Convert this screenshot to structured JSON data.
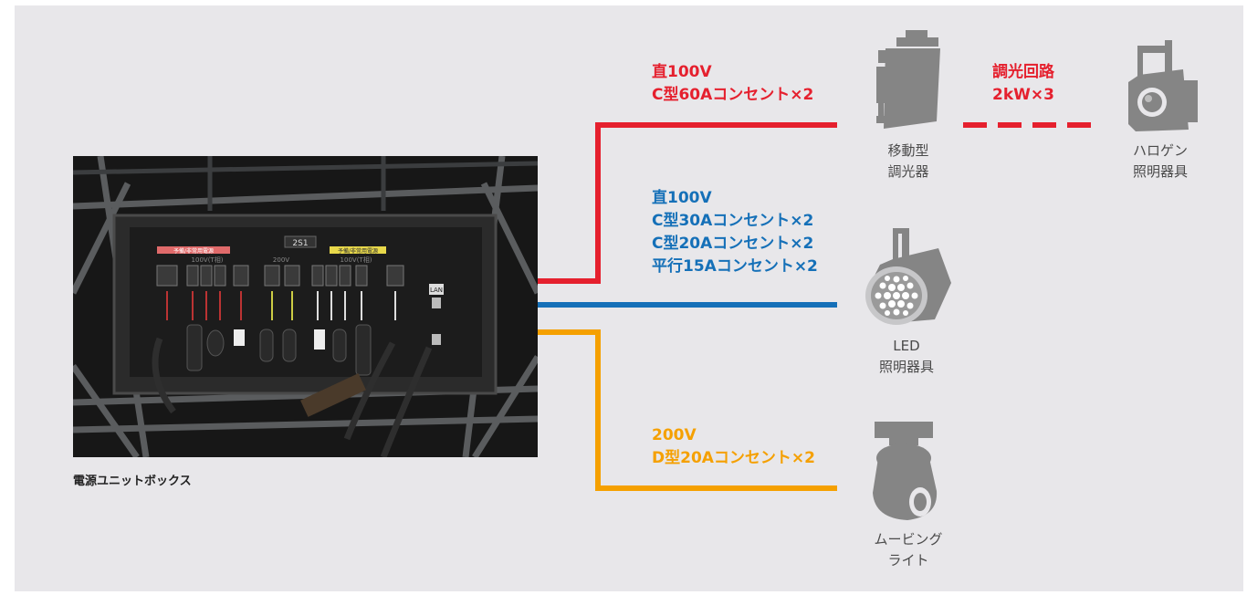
{
  "caption": "電源ユニットボックス",
  "photo": {
    "panel_id": "2S1",
    "tag_left": "予備/非常用電源",
    "tag_right": "予備/非常用電源",
    "sec_100v_left": "100V(T相)",
    "sec_200v": "200V",
    "sec_100v_right": "100V(T相)",
    "lan": "LAN"
  },
  "lines": {
    "red": {
      "line1": "直100V",
      "line2": "C型60Aコンセント×2"
    },
    "blue": {
      "line1": "直100V",
      "line2": "C型30Aコンセント×2",
      "line3": "C型20Aコンセント×2",
      "line4": "平行15Aコンセント×2"
    },
    "orange": {
      "line1": "200V",
      "line2": "D型20Aコンセント×2"
    }
  },
  "dimmer_circuit": {
    "line1": "調光回路",
    "line2": "2kW×3"
  },
  "devices": {
    "dimmer": {
      "line1": "移動型",
      "line2": "調光器",
      "icon": "portable-dimmer-icon"
    },
    "halogen": {
      "line1": "ハロゲン",
      "line2": "照明器具",
      "icon": "halogen-fixture-icon"
    },
    "led": {
      "line1": "LED",
      "line2": "照明器具",
      "icon": "led-fixture-icon"
    },
    "moving": {
      "line1": "ムービング",
      "line2": "ライト",
      "icon": "moving-light-icon"
    }
  },
  "colors": {
    "red": "#e5202e",
    "blue": "#1570b8",
    "orange": "#f5a000",
    "icon_gray": "#858585",
    "background": "#e8e7ea"
  }
}
